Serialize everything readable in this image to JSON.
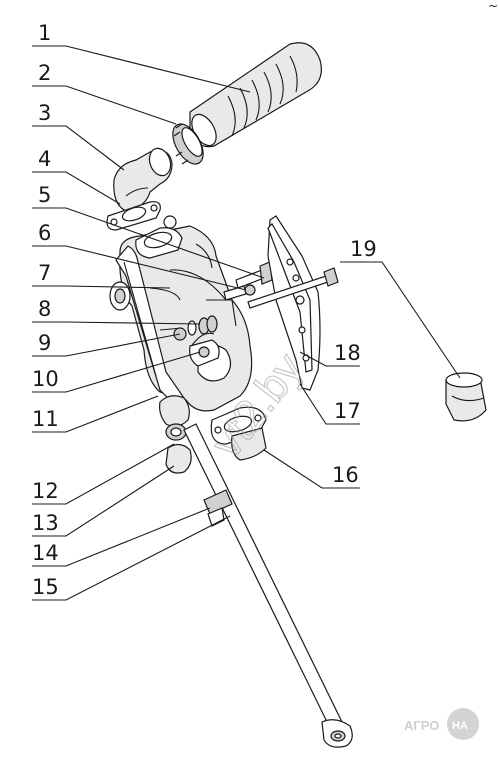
{
  "callouts": [
    {
      "num": "1"
    },
    {
      "num": "2"
    },
    {
      "num": "3"
    },
    {
      "num": "4"
    },
    {
      "num": "5"
    },
    {
      "num": "6"
    },
    {
      "num": "7"
    },
    {
      "num": "8"
    },
    {
      "num": "9"
    },
    {
      "num": "10"
    },
    {
      "num": "11"
    },
    {
      "num": "12"
    },
    {
      "num": "13"
    },
    {
      "num": "14"
    },
    {
      "num": "15"
    },
    {
      "num": "16"
    },
    {
      "num": "17"
    },
    {
      "num": "18"
    },
    {
      "num": "19"
    }
  ],
  "watermark": "vt2.by",
  "logo": {
    "left": "АГРО",
    "right": "НА"
  },
  "corner_mark": "~",
  "colors": {
    "ink": "#1a1a1a",
    "logo": "#cfcfcf",
    "watermark": "#9a9a9a"
  }
}
